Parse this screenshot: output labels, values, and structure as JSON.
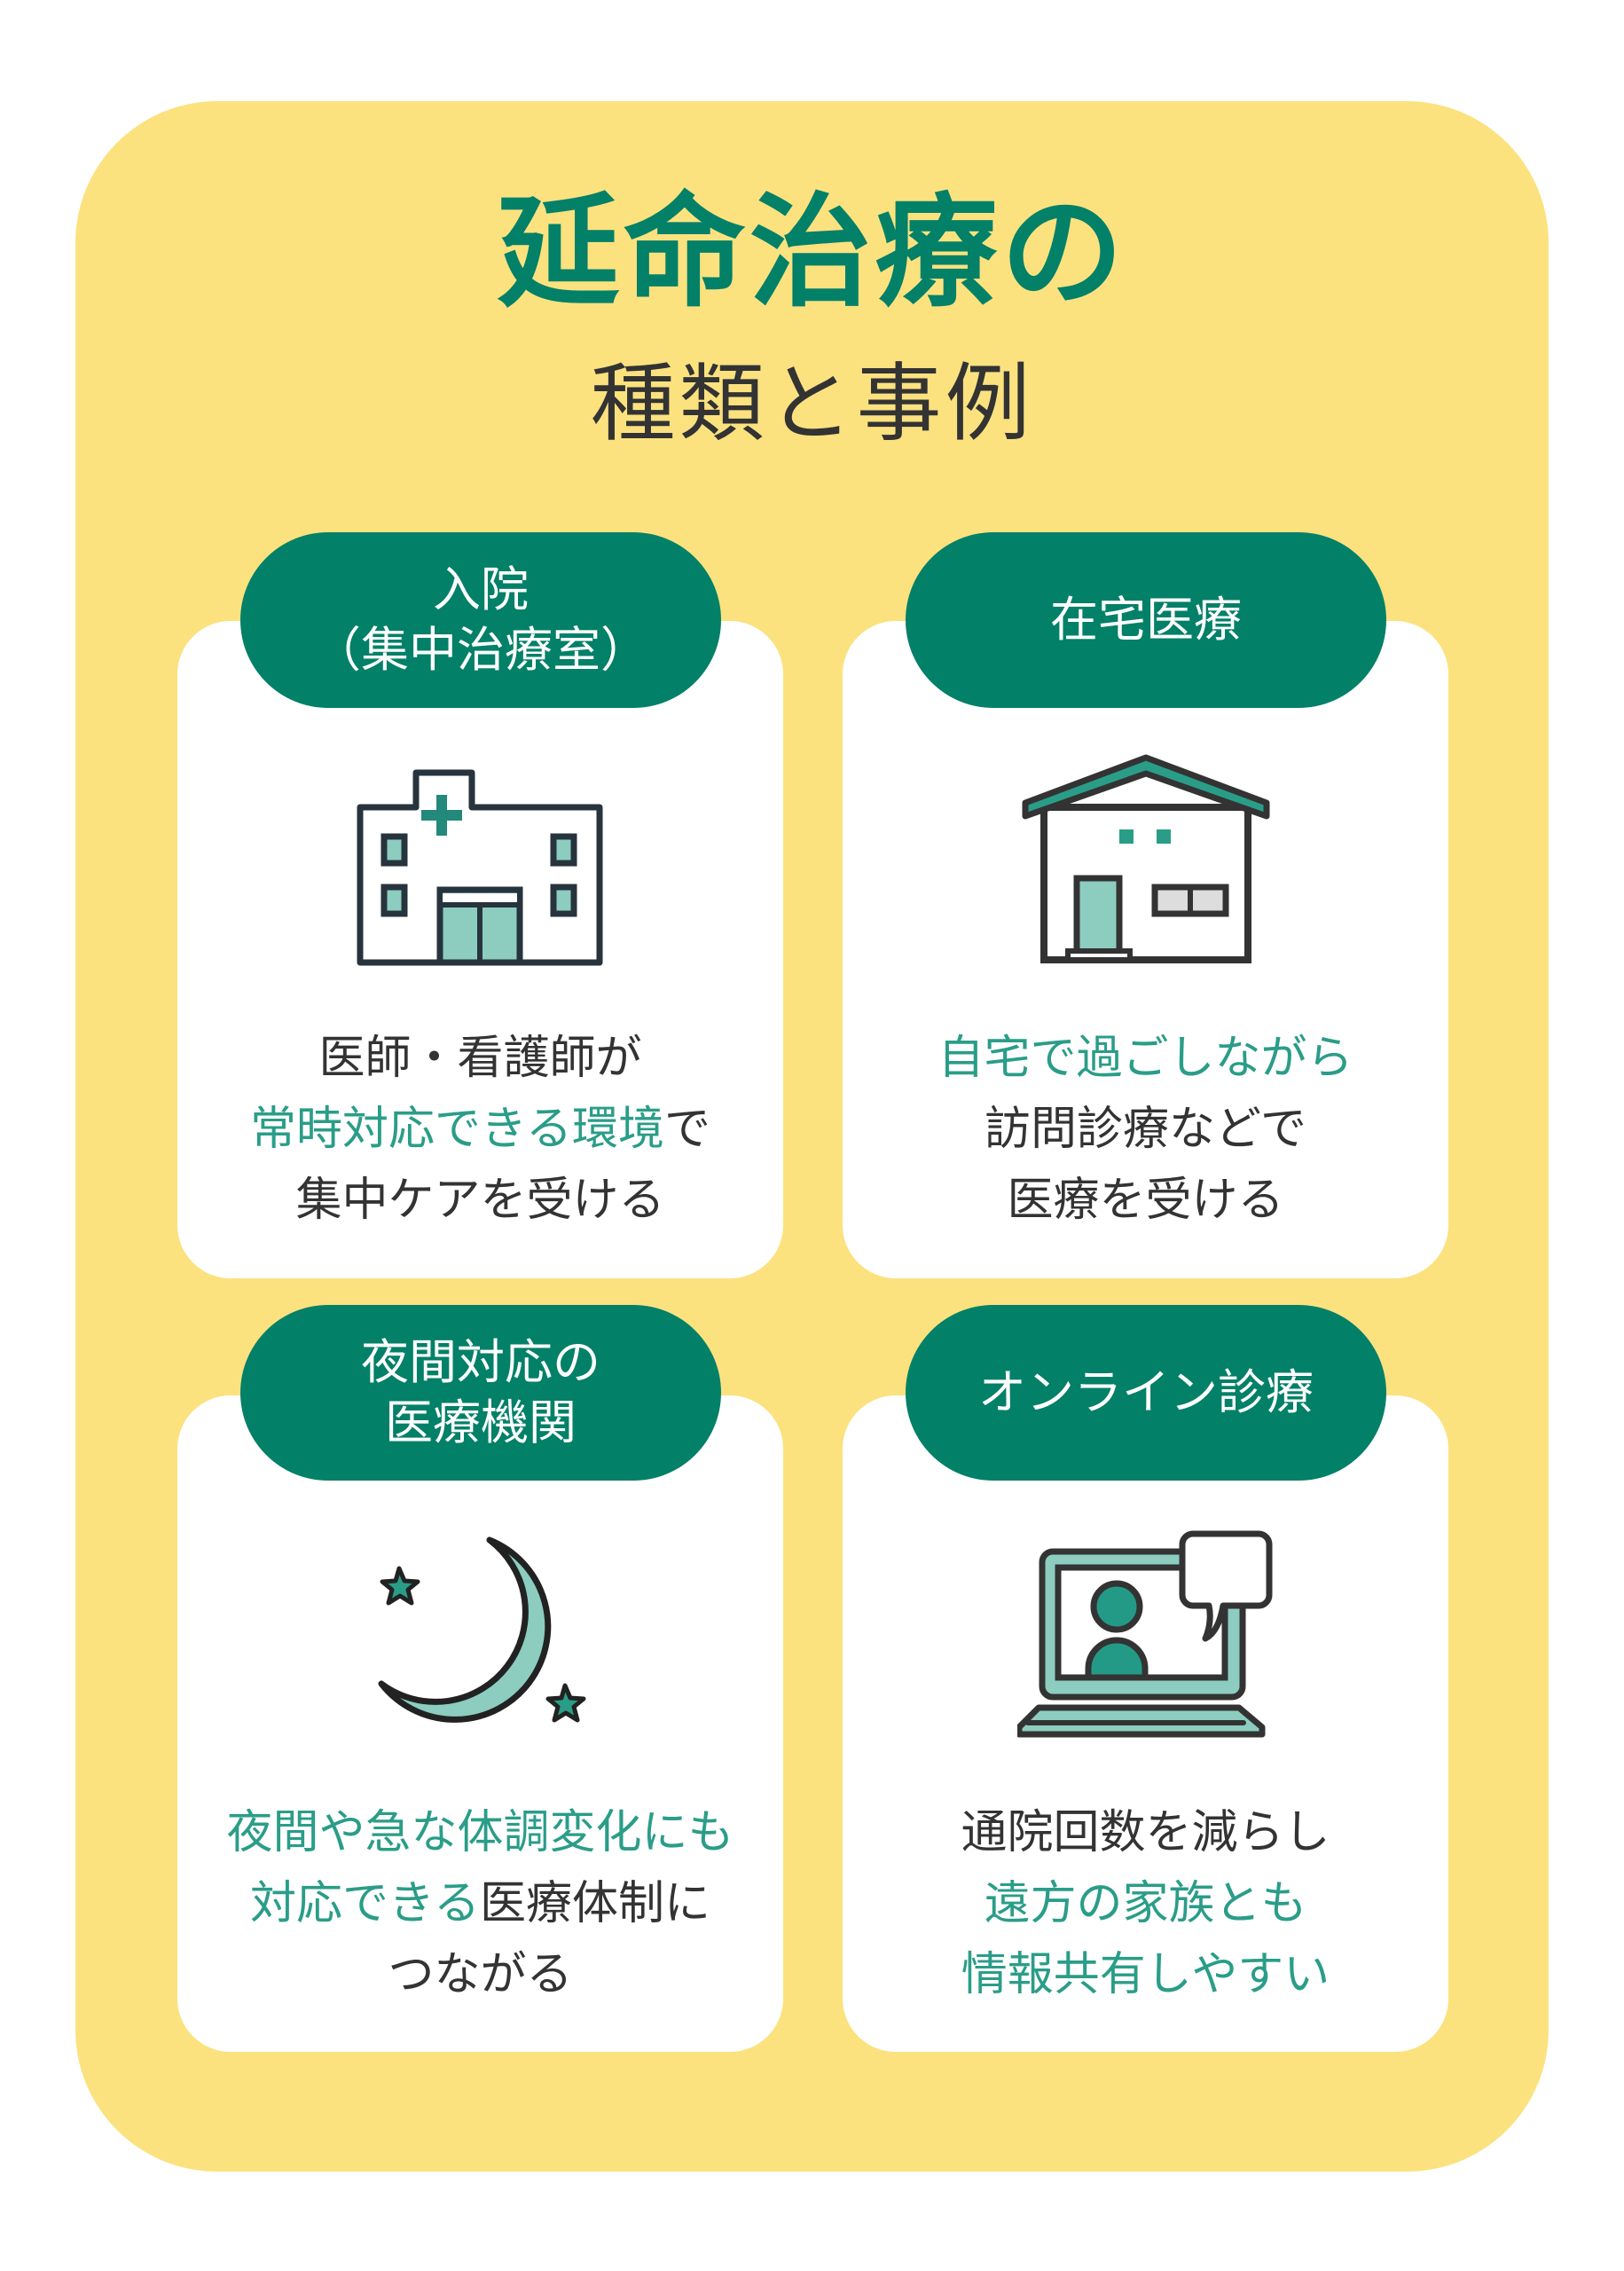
{
  "title": {
    "line1": "延命治療の",
    "line2": "種類と事例"
  },
  "colors": {
    "background": "#fbe27f",
    "accent": "#038068",
    "highlight": "#2a9d88",
    "text": "#333333"
  },
  "cards": [
    {
      "label_lines": [
        "入院",
        "（集中治療室）"
      ],
      "icon": "hospital-icon",
      "lines": [
        [
          {
            "t": "医師・看護師が",
            "hl": false
          }
        ],
        [
          {
            "t": "常時対応できる環境",
            "hl": true
          },
          {
            "t": "で",
            "hl": false
          }
        ],
        [
          {
            "t": "集中ケアを受ける",
            "hl": false
          }
        ]
      ]
    },
    {
      "label_lines": [
        "在宅医療"
      ],
      "icon": "house-icon",
      "lines": [
        [
          {
            "t": "自宅で過ごしながら",
            "hl": true
          }
        ],
        [
          {
            "t": "訪問診療などで",
            "hl": false
          }
        ],
        [
          {
            "t": "医療を受ける",
            "hl": false
          }
        ]
      ]
    },
    {
      "label_lines": [
        "夜間対応の",
        "医療機関"
      ],
      "icon": "moon-stars-icon",
      "lines": [
        [
          {
            "t": "夜間や急な体調変化にも",
            "hl": true
          }
        ],
        [
          {
            "t": "対応できる",
            "hl": true
          },
          {
            "t": "医療体制に",
            "hl": false
          }
        ],
        [
          {
            "t": "つながる",
            "hl": false
          }
        ]
      ]
    },
    {
      "label_lines": [
        "オンライン診療"
      ],
      "icon": "laptop-video-call-icon",
      "lines": [
        [
          {
            "t": "通院回数を減らし",
            "hl": false
          }
        ],
        [
          {
            "t": "遠方の家族とも",
            "hl": true
          }
        ],
        [
          {
            "t": "情報共有しやすい",
            "hl": true
          }
        ]
      ]
    }
  ]
}
